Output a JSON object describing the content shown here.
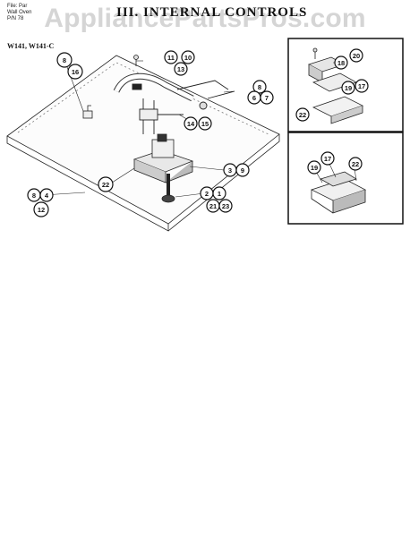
{
  "watermark": "AppliancePartsPros.com",
  "header": {
    "line1": "File: Par",
    "line2": "Wall Oven",
    "line3": "P/N 78"
  },
  "title": "III. INTERNAL CONTROLS",
  "model": "W141, W141-C",
  "callouts": {
    "c8a": "8",
    "c16": "16",
    "c11": "11",
    "c10": "10",
    "c13": "13",
    "c8b": "8",
    "c6": "6",
    "c7": "7",
    "c14": "14",
    "c15": "15",
    "c3": "3",
    "c9": "9",
    "c22a": "22",
    "c2": "2",
    "c1": "1",
    "c21": "21",
    "c23": "23",
    "c8c": "8",
    "c4": "4",
    "c12": "12",
    "c18a": "18",
    "c20": "20",
    "c19a": "19",
    "c17a": "17",
    "c22b": "22",
    "c19b": "19",
    "c17b": "17",
    "c22c": "22"
  }
}
